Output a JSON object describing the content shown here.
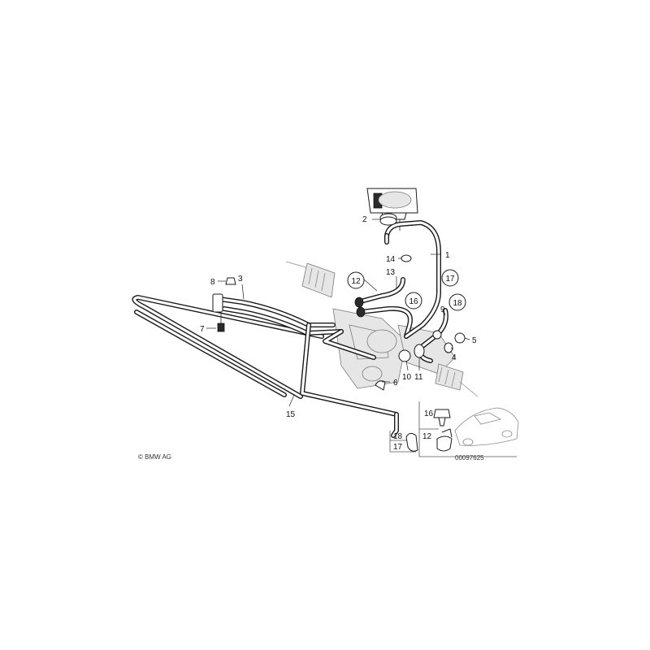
{
  "callouts": {
    "c1": "1",
    "c2": "2",
    "c3": "3",
    "c4": "4",
    "c5": "5",
    "c6": "6",
    "c7": "7",
    "c8": "8",
    "c9": "9",
    "c10": "10",
    "c11": "11",
    "c12": "12",
    "c13": "13",
    "c14": "14",
    "c15": "15",
    "c16": "16",
    "c17": "17",
    "c18": "18"
  },
  "inset": {
    "c16": "16",
    "c18": "18",
    "c17": "17",
    "c12": "12"
  },
  "copyright": "© BMW AG",
  "drawing_number": "00097625"
}
